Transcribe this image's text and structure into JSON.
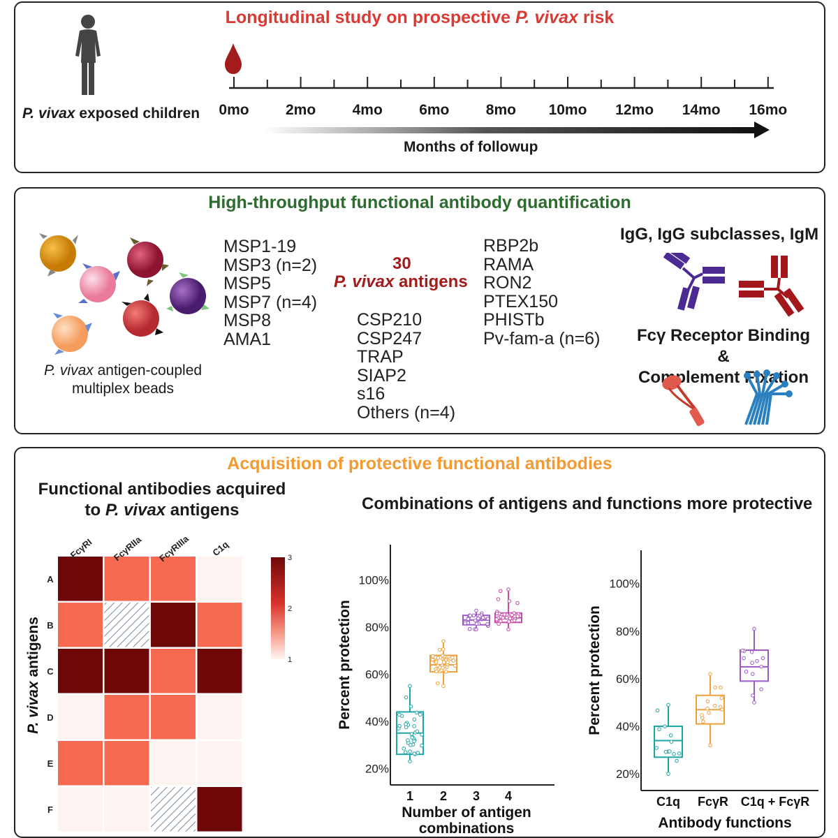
{
  "panel1": {
    "title_prefix": "Longitudinal study on prospective ",
    "title_italic": "P. vivax",
    "title_suffix": " risk",
    "children_italic": "P. vivax",
    "children_rest": " exposed children",
    "timeline_ticks": [
      "0mo",
      "2mo",
      "4mo",
      "6mo",
      "8mo",
      "10mo",
      "12mo",
      "14mo",
      "16mo"
    ],
    "axis_label": "Months of followup"
  },
  "panel2": {
    "title": "High-throughput functional antibody quantification",
    "beads_caption_italic": "P. vivax",
    "beads_caption_rest": "  antigen-coupled",
    "beads_caption_line2": "multiplex beads",
    "antigens_col1": [
      "MSP1-19",
      "MSP3 (n=2)",
      "MSP5",
      "MSP7 (n=4)",
      "MSP8",
      "AMA1"
    ],
    "antigen_count": "30",
    "antigen_count_label_italic": "P. vivax",
    "antigen_count_label_rest": " antigens",
    "antigens_col2": [
      "CSP210",
      "CSP247",
      "TRAP",
      "SIAP2",
      "s16",
      "Others (n=4)"
    ],
    "antigens_col3": [
      "RBP2b",
      "RAMA",
      "RON2",
      "PTEX150",
      "PHISTb",
      "Pv-fam-a (n=6)"
    ],
    "isotypes": "IgG, IgG subclasses, IgM",
    "functions_line1": "Fcγ Receptor Binding &",
    "functions_line2": "Complement Fixation"
  },
  "panel3": {
    "title": "Acquisition of protective functional antibodies",
    "heatmap_title_line1": "Functional antibodies acquired",
    "heatmap_title_line2_prefix": "to ",
    "heatmap_title_line2_italic": "P. vivax",
    "heatmap_title_line2_suffix": " antigens",
    "heatmap_ylabel_italic": "P. vivax",
    "heatmap_ylabel_rest": " antigens",
    "combos_title": "Combinations of antigens and functions more protective"
  },
  "colors": {
    "red_title": "#d93a34",
    "green_title": "#2e6b2e",
    "orange_title": "#f39a33",
    "dark_red": "#6e0808",
    "salmon": "#f76a52",
    "pale": "#fdf4f1",
    "teal": "#1fa5a5",
    "orange": "#f0a03a",
    "purple": "#9b59c8",
    "magenta": "#c64aa8"
  },
  "chart_data": [
    {
      "type": "heatmap",
      "columns": [
        "FcγRI",
        "FcγRIIa",
        "FcγRIIIa",
        "C1q"
      ],
      "rows": [
        "A",
        "B",
        "C",
        "D",
        "E",
        "F"
      ],
      "values": [
        [
          3,
          2,
          2,
          1
        ],
        [
          2,
          null,
          3,
          2
        ],
        [
          3,
          3,
          2,
          3
        ],
        [
          1,
          2,
          2,
          1
        ],
        [
          2,
          2,
          1,
          1
        ],
        [
          1,
          1,
          null,
          3
        ]
      ],
      "colorbar": {
        "min": 1,
        "max": 3,
        "ticks": [
          "3",
          "2",
          "1"
        ]
      },
      "ylabel": "P. vivax antigens"
    },
    {
      "type": "box",
      "xlabel_line1": "Number of antigen",
      "xlabel_line2": "combinations",
      "ylabel": "Percent protection",
      "categories": [
        "1",
        "2",
        "3",
        "4"
      ],
      "yticks": [
        "100%",
        "80%",
        "60%",
        "40%",
        "20%"
      ],
      "ytick_values": [
        100,
        80,
        60,
        40,
        20
      ],
      "ylim": [
        13,
        115
      ],
      "boxes": [
        {
          "q1": 26,
          "median": 35,
          "q3": 44,
          "low": 23,
          "high": 55
        },
        {
          "q1": 61,
          "median": 64,
          "q3": 68,
          "low": 55,
          "high": 74
        },
        {
          "q1": 81,
          "median": 83,
          "q3": 85,
          "low": 79,
          "high": 87
        },
        {
          "q1": 82,
          "median": 84,
          "q3": 86,
          "low": 79,
          "high": 96
        }
      ],
      "colors": [
        "#1fa5a5",
        "#f0a03a",
        "#9b59c8",
        "#c64aa8"
      ]
    },
    {
      "type": "box",
      "xlabel": "Antibody functions",
      "ylabel": "Percent protection",
      "categories": [
        "C1q",
        "FcγR",
        "C1q + FcγR"
      ],
      "yticks": [
        "100%",
        "80%",
        "60%",
        "40%",
        "20%"
      ],
      "ytick_values": [
        100,
        80,
        60,
        40,
        20
      ],
      "ylim": [
        13,
        114
      ],
      "boxes": [
        {
          "q1": 27,
          "median": 34,
          "q3": 40,
          "low": 20,
          "high": 49
        },
        {
          "q1": 41,
          "median": 47,
          "q3": 53,
          "low": 32,
          "high": 62
        },
        {
          "q1": 59,
          "median": 65,
          "q3": 72,
          "low": 50,
          "high": 81
        }
      ],
      "colors": [
        "#1fa5a5",
        "#f0a03a",
        "#9b59c8"
      ]
    }
  ]
}
